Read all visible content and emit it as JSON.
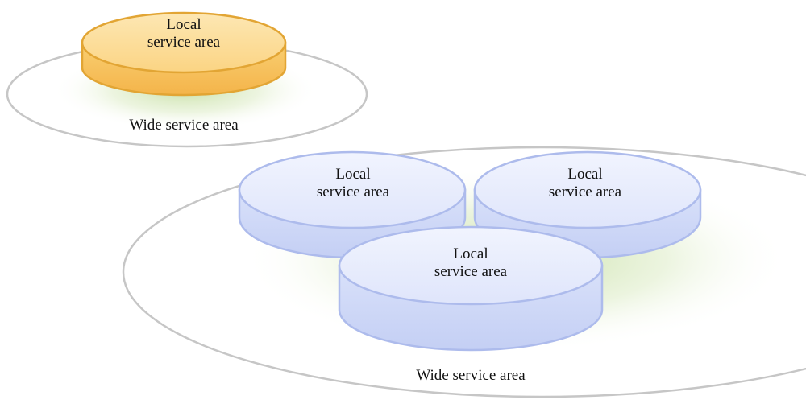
{
  "diagram": {
    "top_group": {
      "wide_area_label": "Wide service area",
      "local_area": {
        "line1": "Local",
        "line2": "service area"
      }
    },
    "bottom_group": {
      "wide_area_label": "Wide service area",
      "local_areas": [
        {
          "line1": "Local",
          "line2": "service area"
        },
        {
          "line1": "Local",
          "line2": "service area"
        },
        {
          "line1": "Local",
          "line2": "service area"
        }
      ]
    }
  },
  "colors": {
    "wide_outline": "#c4c4c4",
    "wide_glow": "#cfe6b0",
    "local_orange_fill": "#fbd27a",
    "local_orange_edge": "#e3a735",
    "local_blue_fill": "#dfe6fb",
    "local_blue_edge": "#aab8ec"
  }
}
